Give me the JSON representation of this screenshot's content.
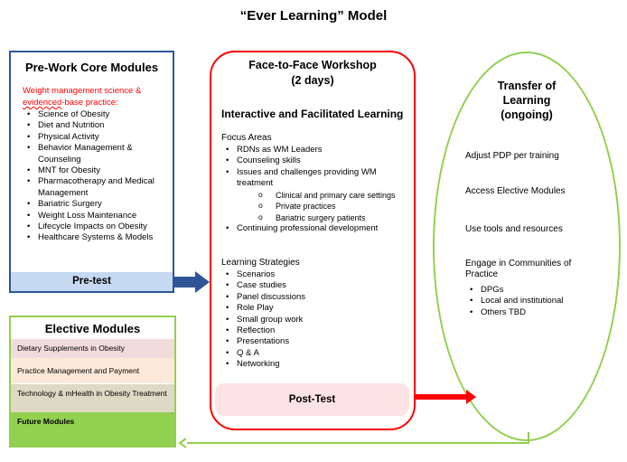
{
  "title": "“Ever Learning” Model",
  "prework": {
    "title": "Pre-Work Core Modules",
    "subtitle_line1": "Weight management science &",
    "subtitle_line2_pre": "evidenced",
    "subtitle_line2_post": "-base practice:",
    "items": [
      "Science of Obesity",
      "Diet and Nutrition",
      "Physical Activity",
      "Behavior Management & Counseling",
      "MNT for Obesity",
      "Pharmacotherapy and Medical Management",
      "Bariatric Surgery",
      "Weight Loss Maintenance",
      "Lifecycle Impacts on Obesity",
      "Healthcare Systems & Models"
    ],
    "pretest_label": "Pre-test"
  },
  "elective": {
    "title": "Elective Modules",
    "rows": [
      "Dietary Supplements in Obesity",
      "Practice Management and Payment",
      "Technology & mHealth in Obesity Treatment",
      "Future Modules"
    ]
  },
  "workshop": {
    "title_line1": "Face-to-Face Workshop",
    "title_line2": "(2 days)",
    "subtitle": "Interactive and Facilitated Learning",
    "focus_heading": "Focus Areas",
    "focus_items": [
      "RDNs as WM Leaders",
      "Counseling skills",
      "Issues and challenges providing WM treatment",
      "Continuing professional development"
    ],
    "focus_subitems": [
      "Clinical and primary care settings",
      "Private practices",
      "Bariatric surgery patients"
    ],
    "strategies_heading": "Learning Strategies",
    "strategies": [
      "Scenarios",
      "Case studies",
      "Panel discussions",
      "Role Play",
      "Small group work",
      "Reflection",
      "Presentations",
      "Q & A",
      "Networking"
    ],
    "posttest_label": "Post-Test"
  },
  "transfer": {
    "title_line1": "Transfer of",
    "title_line2": "Learning",
    "title_line3": "(ongoing)",
    "items": [
      "Adjust PDP per training",
      "Access Elective Modules",
      "Use tools and resources",
      "Engage in Communities of Practice"
    ],
    "community_items": [
      "DPGs",
      "Local and institutional",
      "Others TBD"
    ]
  },
  "colors": {
    "prework_border": "#2f5597",
    "pretest_fill": "#c5d9f1",
    "workshop_border": "#ff0000",
    "posttest_fill": "#fde3e3",
    "transfer_border": "#92d050",
    "elective_border": "#92d050",
    "arrow_blue": "#2f5597",
    "arrow_red": "#ff0000",
    "arrow_green": "#92d050"
  }
}
